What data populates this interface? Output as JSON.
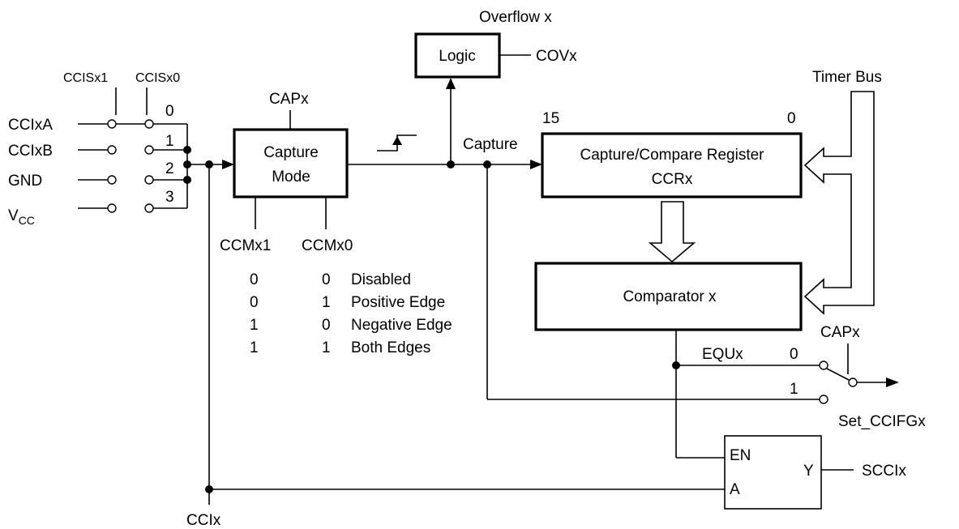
{
  "top": {
    "overflow_label": "Overflow x",
    "logic_label": "Logic",
    "cov_label": "COVx"
  },
  "input_select": {
    "ccisx1": "CCISx1",
    "ccisx0": "CCISx0",
    "inputs": [
      "CCIxA",
      "CCIxB",
      "GND"
    ],
    "vcc_main": "V",
    "vcc_sub": "CC",
    "positions": [
      "0",
      "1",
      "2",
      "3"
    ]
  },
  "capture_mode": {
    "cap_label": "CAPx",
    "line1": "Capture",
    "line2": "Mode",
    "ccmx1": "CCMx1",
    "ccmx0": "CCMx0"
  },
  "mode_table": [
    {
      "ccmx1": "0",
      "ccmx0": "0",
      "desc": "Disabled"
    },
    {
      "ccmx1": "0",
      "ccmx0": "1",
      "desc": "Positive Edge"
    },
    {
      "ccmx1": "1",
      "ccmx0": "0",
      "desc": "Negative Edge"
    },
    {
      "ccmx1": "1",
      "ccmx0": "1",
      "desc": "Both Edges"
    }
  ],
  "register": {
    "capture_label": "Capture",
    "bit_high": "15",
    "bit_low": "0",
    "line1": "Capture/Compare Register",
    "line2": "CCRx"
  },
  "timer_bus": "Timer Bus",
  "comparator": "Comparator x",
  "output_switch": {
    "equ_label": "EQUx",
    "cap_label": "CAPx",
    "pos0": "0",
    "pos1": "1",
    "set_label": "Set_CCIFGx"
  },
  "latch": {
    "en": "EN",
    "a": "A",
    "y": "Y",
    "out_label": "SCCIx"
  },
  "ccix_label": "CCIx"
}
